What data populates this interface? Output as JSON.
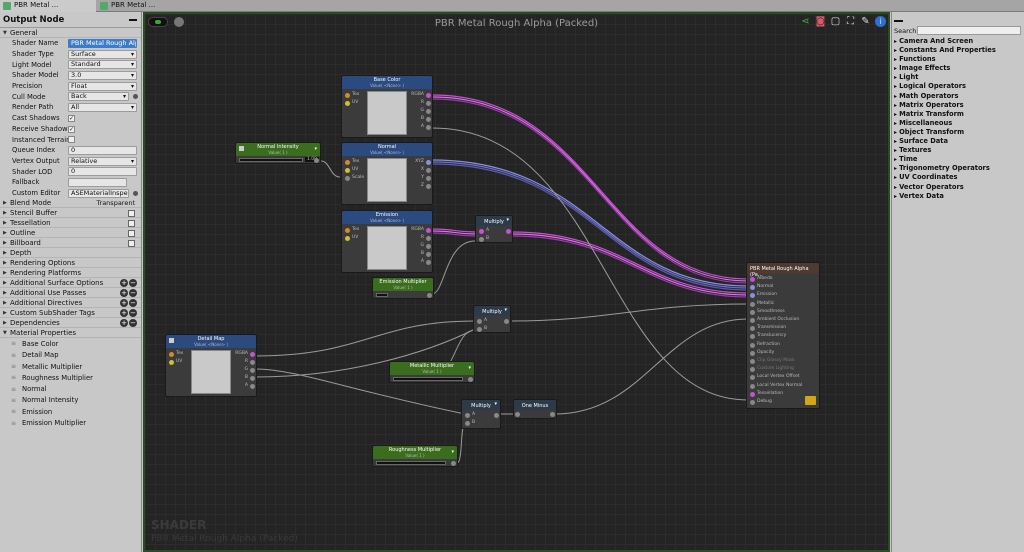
{
  "tabs": [
    {
      "label": "PBR Metal ..."
    },
    {
      "label": "PBR Metal ..."
    }
  ],
  "left": {
    "title": "Output Node",
    "general_label": "General",
    "rows": [
      {
        "label": "Shader Name",
        "value": "PBR Metal Rough Alpha (Packed)"
      },
      {
        "label": "Shader Type",
        "value": "Surface"
      },
      {
        "label": "Light Model",
        "value": "Standard"
      },
      {
        "label": "Shader Model",
        "value": "3.0"
      },
      {
        "label": "Precision",
        "value": "Float"
      },
      {
        "label": "Cull Mode",
        "value": "Back"
      },
      {
        "label": "Render Path",
        "value": "All"
      },
      {
        "label": "Cast Shadows",
        "value": "✓"
      },
      {
        "label": "Receive Shadows",
        "value": "✓"
      },
      {
        "label": "Instanced Terrain",
        "value": ""
      },
      {
        "label": "Queue Index",
        "value": "0"
      },
      {
        "label": "Vertex Output",
        "value": "Relative"
      },
      {
        "label": "Shader LOD",
        "value": "0"
      },
      {
        "label": "Fallback",
        "value": ""
      },
      {
        "label": "Custom Editor",
        "value": "ASEMaterialInspector"
      }
    ],
    "sections": [
      {
        "label": "Blend Mode",
        "value": "Transparent"
      },
      {
        "label": "Stencil Buffer",
        "value": ""
      },
      {
        "label": "Tessellation",
        "value": ""
      },
      {
        "label": "Outline",
        "value": ""
      },
      {
        "label": "Billboard",
        "value": ""
      },
      {
        "label": "Depth",
        "value": ""
      },
      {
        "label": "Rendering Options",
        "value": ""
      },
      {
        "label": "Rendering Platforms",
        "value": ""
      },
      {
        "label": "Additional Surface Options",
        "value": ""
      },
      {
        "label": "Additional Use Passes",
        "value": ""
      },
      {
        "label": "Additional Directives",
        "value": ""
      },
      {
        "label": "Custom SubShader Tags",
        "value": ""
      },
      {
        "label": "Dependencies",
        "value": ""
      }
    ],
    "material_label": "Material Properties",
    "properties": [
      "Base Color",
      "Detail Map",
      "Metallic Multiplier",
      "Roughness Multiplier",
      "Normal",
      "Normal Intensity",
      "Emission",
      "Emission Multiplier"
    ]
  },
  "canvas": {
    "title": "PBR Metal Rough Alpha (Packed)",
    "watermark_title": "SHADER",
    "watermark_sub": "PBR Metal Rough Alpha (Packed)"
  },
  "nodes": {
    "base_color": {
      "title": "Base Color",
      "sub": "Value( <None> )",
      "ports_in": [
        "Tex",
        "UV"
      ],
      "ports_out": [
        "RGBA",
        "R",
        "G",
        "B",
        "A"
      ]
    },
    "normal_int": {
      "title": "Normal Intensity",
      "sub": "Value( 1 )",
      "value": "1.00"
    },
    "normal": {
      "title": "Normal",
      "sub": "Value( <None> )",
      "ports_in": [
        "Tex",
        "UV",
        "Scale"
      ],
      "ports_out": [
        "XYZ",
        "X",
        "Y",
        "Z"
      ]
    },
    "emission": {
      "title": "Emission",
      "sub": "Value( <None> )",
      "ports_in": [
        "Tex",
        "UV"
      ],
      "ports_out": [
        "RGBA",
        "R",
        "G",
        "B",
        "A"
      ]
    },
    "emission_mult": {
      "title": "Emission Multiplier",
      "sub": "Value( 1 )"
    },
    "multiply1": {
      "title": "Multiply",
      "ports": [
        "A",
        "B"
      ]
    },
    "multiply2": {
      "title": "Multiply",
      "ports": [
        "A",
        "B"
      ]
    },
    "multiply3": {
      "title": "Multiply",
      "ports": [
        "A",
        "B"
      ]
    },
    "one_minus": {
      "title": "One Minus"
    },
    "detail": {
      "title": "Detail Map",
      "sub": "Value( <None> )",
      "ports_in": [
        "Tex",
        "UV"
      ],
      "ports_out": [
        "RGBA",
        "R",
        "G",
        "B",
        "A"
      ]
    },
    "metallic": {
      "title": "Metallic Multiplier",
      "sub": "Value( 1 )"
    },
    "roughness": {
      "title": "Roughness Multiplier",
      "sub": "Value( 1 )"
    },
    "output": {
      "title": "PBR Metal Rough Alpha (Pa...",
      "ports": [
        "Albedo",
        "Normal",
        "Emission",
        "Metallic",
        "Smoothness",
        "Ambient Occlusion",
        "Transmission",
        "Translucency",
        "Refraction",
        "Opacity",
        "Clip Glossy Mask",
        "Custom Lighting",
        "Local Vertex Offset",
        "Local Vertex Normal",
        "Tessellation",
        "Debug"
      ]
    }
  },
  "right": {
    "search_label": "Search",
    "categories": [
      "Camera And Screen",
      "Constants And Properties",
      "Functions",
      "Image Effects",
      "Light",
      "Logical Operators",
      "Math Operators",
      "Matrix Operators",
      "Matrix Transform",
      "Miscellaneous",
      "Object Transform",
      "Surface Data",
      "Textures",
      "Time",
      "Trigonometry Operators",
      "UV Coordinates",
      "Vector Operators",
      "Vertex Data"
    ]
  }
}
